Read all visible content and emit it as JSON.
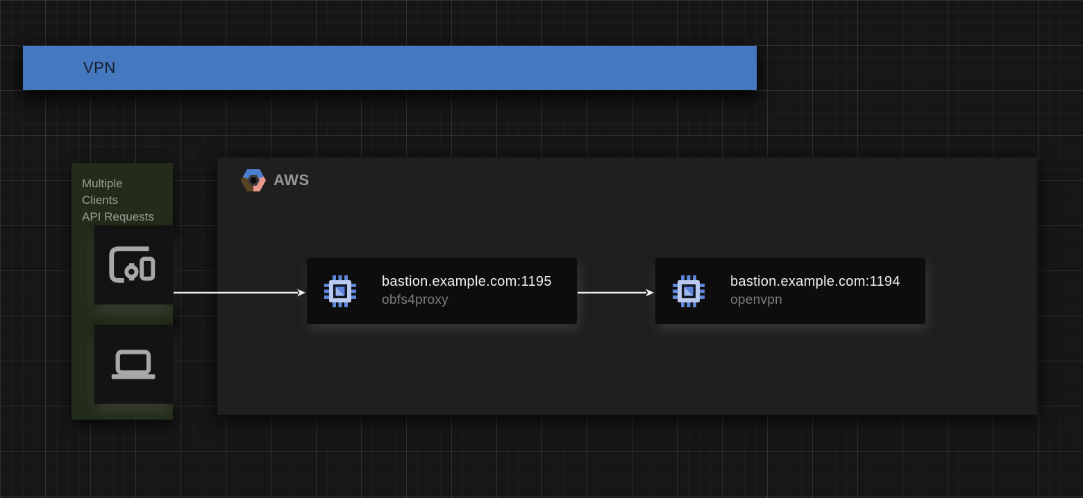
{
  "vpn_banner": {
    "label": "VPN",
    "color": "#4478bf"
  },
  "clients_panel": {
    "lines": [
      "Multiple",
      "Clients",
      "API Requests"
    ],
    "background": "#232b1a"
  },
  "aws_panel": {
    "label": "AWS",
    "background": "#1f1f1f"
  },
  "nodes": [
    {
      "title": "bastion.example.com:1195",
      "subtitle": "obfs4proxy"
    },
    {
      "title": "bastion.example.com:1194",
      "subtitle": "openvpn"
    }
  ],
  "edges": [
    {
      "from": "clients",
      "to": "obfs4proxy"
    },
    {
      "from": "obfs4proxy",
      "to": "openvpn"
    }
  ],
  "icons": {
    "clients_top": "multi-devices-icon",
    "clients_bottom": "laptop-icon",
    "node": "cpu-chip-icon",
    "aws_logo": "hexagon-logo-icon"
  },
  "colors": {
    "background": "#161616",
    "node_background": "#0d0d0d",
    "arrow": "#f0f0f0",
    "chip_blue": "#5e86da",
    "logo_blue": "#4d7fd0",
    "logo_salmon": "#e8988d",
    "logo_brown": "#57431f",
    "icon_gray": "#a8a8a8"
  }
}
